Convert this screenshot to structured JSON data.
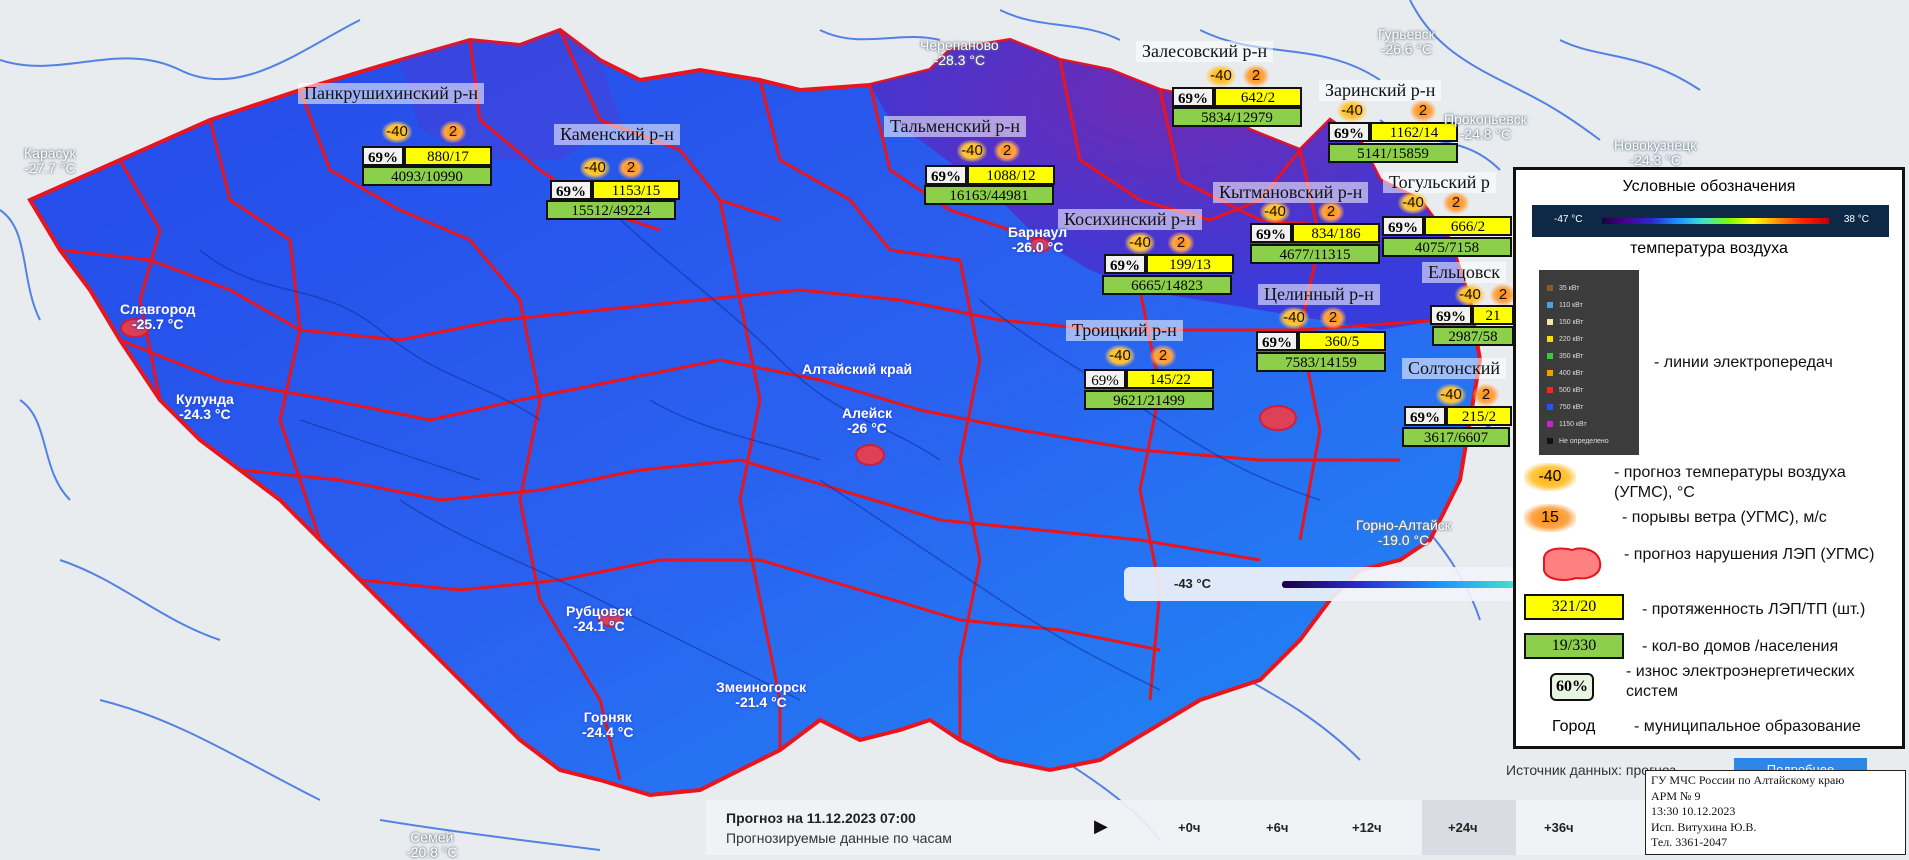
{
  "colors": {
    "border": "#e8141e",
    "region_blue": "#2a58f0",
    "region_purple": "#6a24b0",
    "lep_yellow": "#ffff00",
    "homes_green": "#8ccf4a"
  },
  "districts": [
    {
      "name": "Панкрушихинский р-н",
      "temp": "-40",
      "wind": "2",
      "wear": "69%",
      "lep": "880/17",
      "homes": "4093/10990"
    },
    {
      "name": "Каменский р-н",
      "temp": "-40",
      "wind": "2",
      "wear": "69%",
      "lep": "1153/15",
      "homes": "15512/49224"
    },
    {
      "name": "Тальменский р-н",
      "temp": "-40",
      "wind": "2",
      "wear": "69%",
      "lep": "1088/12",
      "homes": "16163/44981"
    },
    {
      "name": "Залесовский р-н",
      "temp": "-40",
      "wind": "2",
      "wear": "69%",
      "lep": "642/2",
      "homes": "5834/12979"
    },
    {
      "name": "Заринский р-н",
      "temp": "-40",
      "wind": "2",
      "wear": "69%",
      "lep": "1162/14",
      "homes": "5141/15859"
    },
    {
      "name": "Косихинский р-н",
      "temp": "-40",
      "wind": "2",
      "wear": "69%",
      "lep": "199/13",
      "homes": "6665/14823"
    },
    {
      "name": "Кытмановский р-н",
      "temp": "-40",
      "wind": "2",
      "wear": "69%",
      "lep": "834/186",
      "homes": "4677/11315"
    },
    {
      "name": "Тогульский р",
      "temp": "-40",
      "wind": "2",
      "wear": "69%",
      "lep": "666/2",
      "homes": "4075/7158"
    },
    {
      "name": "Ельцовск",
      "temp": "-40",
      "wind": "2",
      "wear": "69%",
      "lep": "21",
      "homes": "2987/58"
    },
    {
      "name": "Целинный р-н",
      "temp": "-40",
      "wind": "2",
      "wear": "69%",
      "lep": "360/5",
      "homes": "7583/14159"
    },
    {
      "name": "Троицкий р-н",
      "temp": "-40",
      "wind": "2",
      "wear": "69%",
      "lep": "145/22",
      "homes": "9621/21499"
    },
    {
      "name": "Солтонский",
      "temp": "-40",
      "wind": "2",
      "wear": "69%",
      "lep": "215/2",
      "homes": "3617/6607"
    }
  ],
  "cities": [
    {
      "name": "Славгород",
      "temp": "-25.7 °C"
    },
    {
      "name": "Кулунда",
      "temp": "-24.3 °C"
    },
    {
      "name": "Барнаул",
      "temp": "-26.0 °C"
    },
    {
      "name": "Алтайский край",
      "temp": ""
    },
    {
      "name": "Алейск",
      "temp": "-26 °C"
    },
    {
      "name": "Рубцовск",
      "temp": "-24.1 °C"
    },
    {
      "name": "Горняк",
      "temp": "-24.4 °C"
    },
    {
      "name": "Змеиногорск",
      "temp": "-21.4 °C"
    }
  ],
  "outer_cities": [
    {
      "name": "Черепаново",
      "temp": "-28.3 °C"
    },
    {
      "name": "Гурьевск",
      "temp": "-26.6 °C"
    },
    {
      "name": "Прокопьевск",
      "temp": "-24.8 °C"
    },
    {
      "name": "Новокузнецк",
      "temp": "-24.3 °C"
    },
    {
      "name": "Карасук",
      "temp": "-27.7 °C"
    },
    {
      "name": "Горно-Алтайск",
      "temp": "-19.0 °C"
    },
    {
      "name": "Семей",
      "temp": "-20.8 °C"
    }
  ],
  "temp_slider": {
    "value": "-43 °C"
  },
  "legend": {
    "title": "Условные обозначения",
    "scale_min": "-47 °C",
    "scale_max": "38 °C",
    "subtitle": "температура воздуха",
    "line_types": [
      {
        "label": "35 кВт",
        "color": "#8b5a2b"
      },
      {
        "label": "110 кВт",
        "color": "#4aa3df"
      },
      {
        "label": "150 кВт",
        "color": "#f5e6b0"
      },
      {
        "label": "220 кВт",
        "color": "#f5e000"
      },
      {
        "label": "350 кВт",
        "color": "#33cc33"
      },
      {
        "label": "400 кВт",
        "color": "#ff9900"
      },
      {
        "label": "500 кВт",
        "color": "#ff2020"
      },
      {
        "label": "750 кВт",
        "color": "#2255ff"
      },
      {
        "label": "1150 кВт",
        "color": "#cc22cc"
      },
      {
        "label": "Не определено",
        "color": "#111111"
      }
    ],
    "lines_label": "- линии электропередач",
    "temp_sample": "-40",
    "temp_label": "- прогноз температуры воздуха (УГМС), °С",
    "wind_sample": "15",
    "wind_label": "- порывы ветра (УГМС), м/с",
    "break_label": "- прогноз нарушения ЛЭП (УГМС)",
    "lep_sample": "321/20",
    "lep_label": "- протяженность ЛЭП/ТП (шт.)",
    "homes_sample": "19/330",
    "homes_label": "- кол-во домов /населения",
    "wear_sample": "60%",
    "wear_label": "- износ электроэнергетических систем",
    "city_sample": "Город",
    "city_label": "- муниципальное образование"
  },
  "timebar": {
    "forecast": "Прогноз на 11.12.2023 07:00",
    "caption": "Прогнозируемые данные по часам",
    "steps": [
      "+0ч",
      "+6ч",
      "+12ч",
      "+24ч",
      "+36ч"
    ],
    "active": "+24ч"
  },
  "source": {
    "label": "Источник данных: прогноз",
    "button": "Подробнее"
  },
  "stamp": {
    "line1": "ГУ МЧС России по  Алтайскому краю",
    "line2": "АРМ № 9",
    "line3": "13:30 10.12.2023",
    "line4": "Исп. Витухина Ю.В.",
    "line5": "Тел. 3361-2047"
  }
}
